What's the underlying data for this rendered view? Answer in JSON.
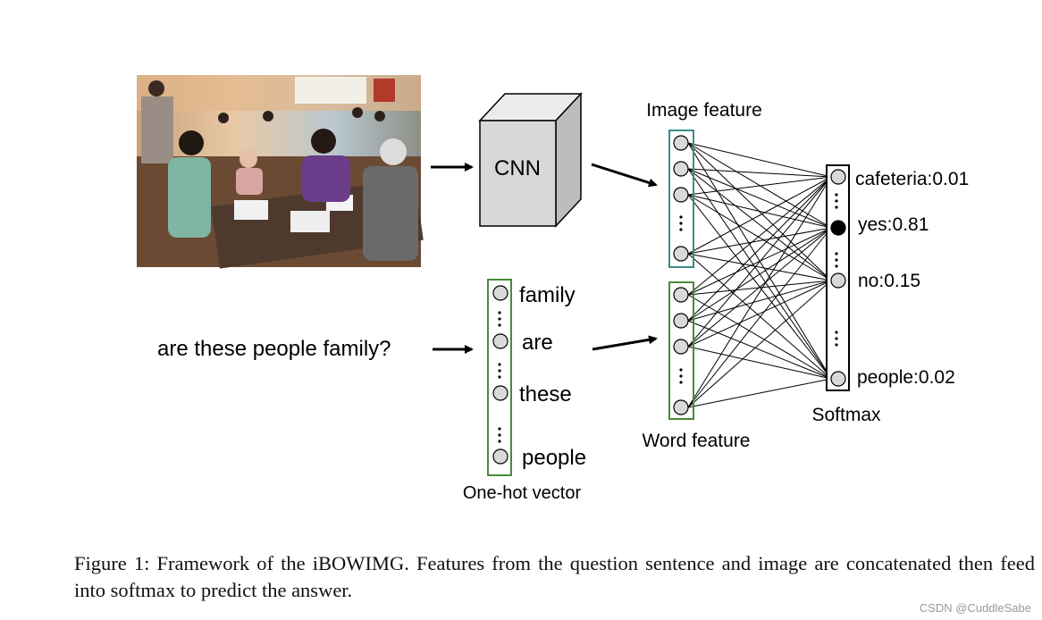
{
  "diagram": {
    "cnn_label": "CNN",
    "question": "are these people family?",
    "image_feature_label": "Image feature",
    "word_feature_label": "Word feature",
    "onehot_label": "One-hot vector",
    "softmax_label": "Softmax",
    "onehot_words": [
      "family",
      "are",
      "these",
      "people"
    ],
    "outputs": [
      {
        "text": "cafeteria:0.01",
        "active": false
      },
      {
        "text": "yes:0.81",
        "active": true
      },
      {
        "text": "no:0.15",
        "active": false
      },
      {
        "text": "people:0.02",
        "active": false
      }
    ],
    "photo_description_icon": "photo-restaurant-scene",
    "colors": {
      "image_feature_box": "#3d8a8a",
      "word_feature_box": "#4a8a3a",
      "onehot_box": "#4a8a3a",
      "node_fill": "#d9d9d9",
      "active_node": "#000000",
      "cnn_fill": "#d8d8d8"
    }
  },
  "caption": "Figure 1: Framework of the iBOWIMG. Features from the question sentence and image are concatenated then feed into softmax to predict the answer.",
  "watermark": "CSDN @CuddleSabe"
}
